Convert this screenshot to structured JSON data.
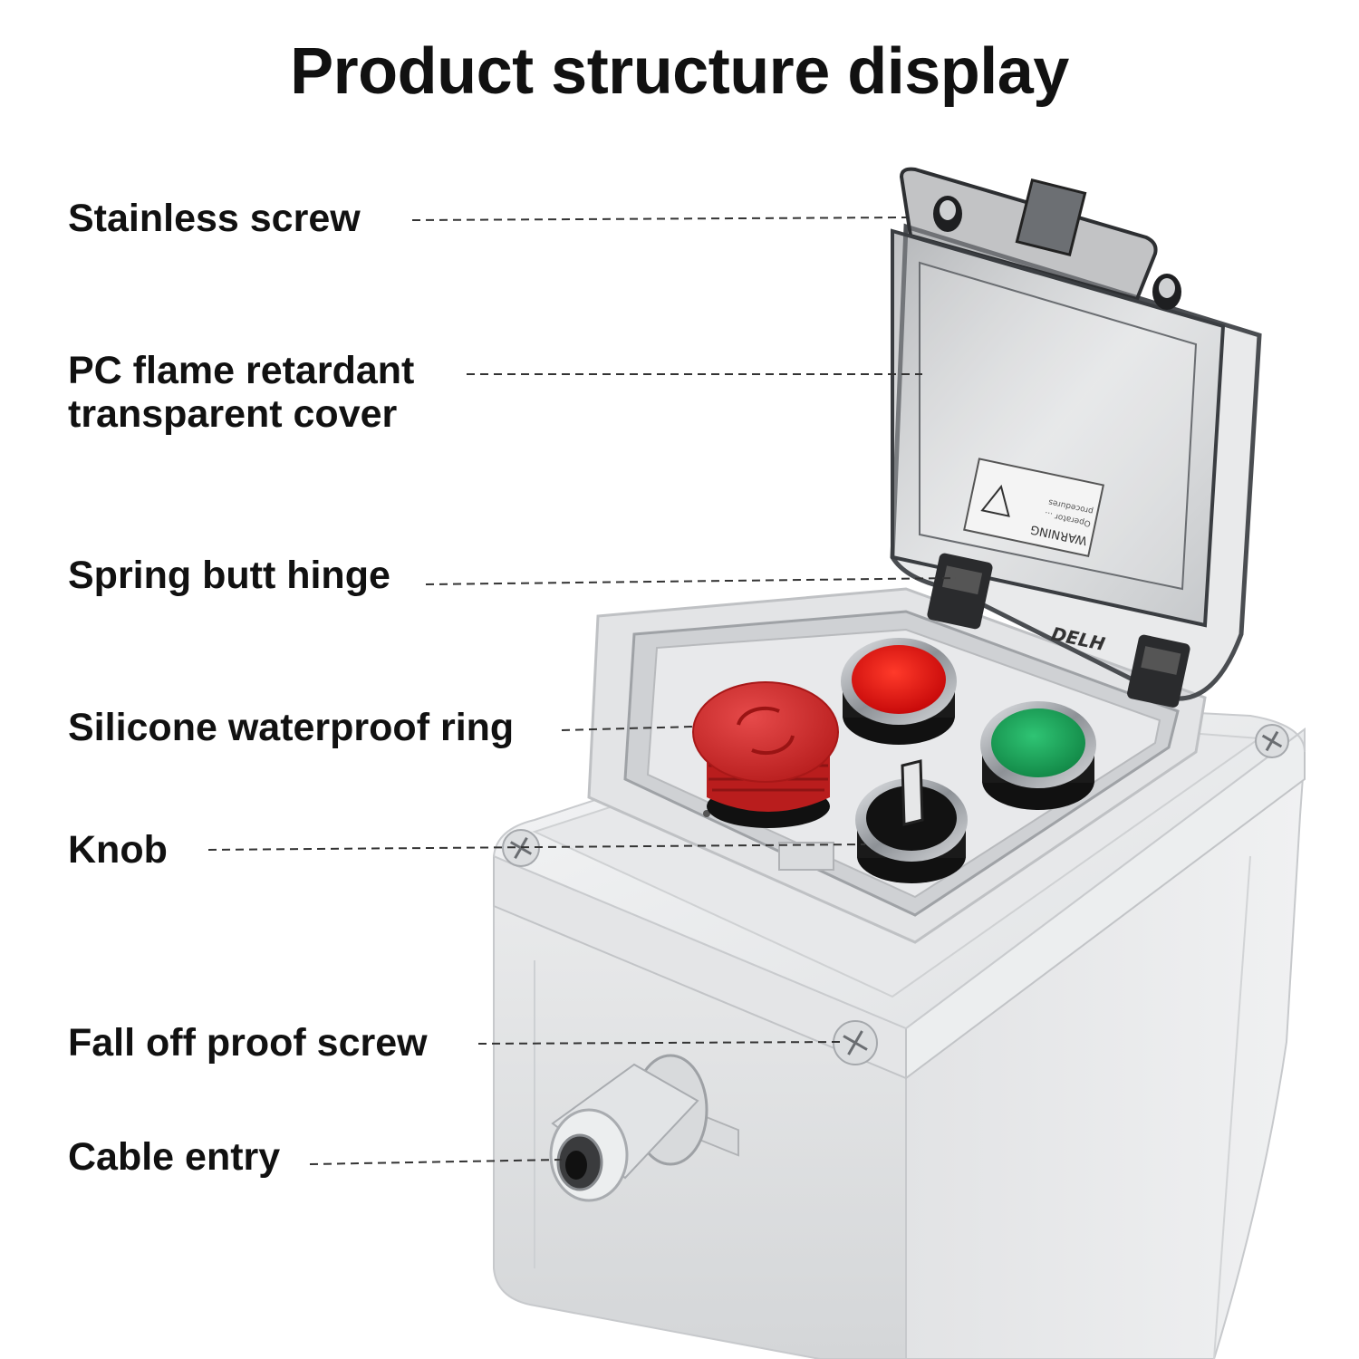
{
  "title": "Product structure display",
  "labels": [
    {
      "id": "stainless-screw",
      "text": "Stainless screw"
    },
    {
      "id": "pc-cover",
      "text": "PC flame retardant",
      "text2": "transparent cover"
    },
    {
      "id": "spring-hinge",
      "text": "Spring butt hinge"
    },
    {
      "id": "silicone-ring",
      "text": "Silicone waterproof ring"
    },
    {
      "id": "knob",
      "text": "Knob"
    },
    {
      "id": "fall-off-screw",
      "text": "Fall off proof screw"
    },
    {
      "id": "cable-entry",
      "text": "Cable entry"
    }
  ],
  "warning_sticker": {
    "line1": "WARNING",
    "line2": "Operator ...",
    "line3": "procedures"
  },
  "brand_mark": "DELH",
  "colors": {
    "red_button": "#e01818",
    "green_button": "#1fa55a",
    "estop": "#d42a2a",
    "housing": "#ecedee"
  }
}
